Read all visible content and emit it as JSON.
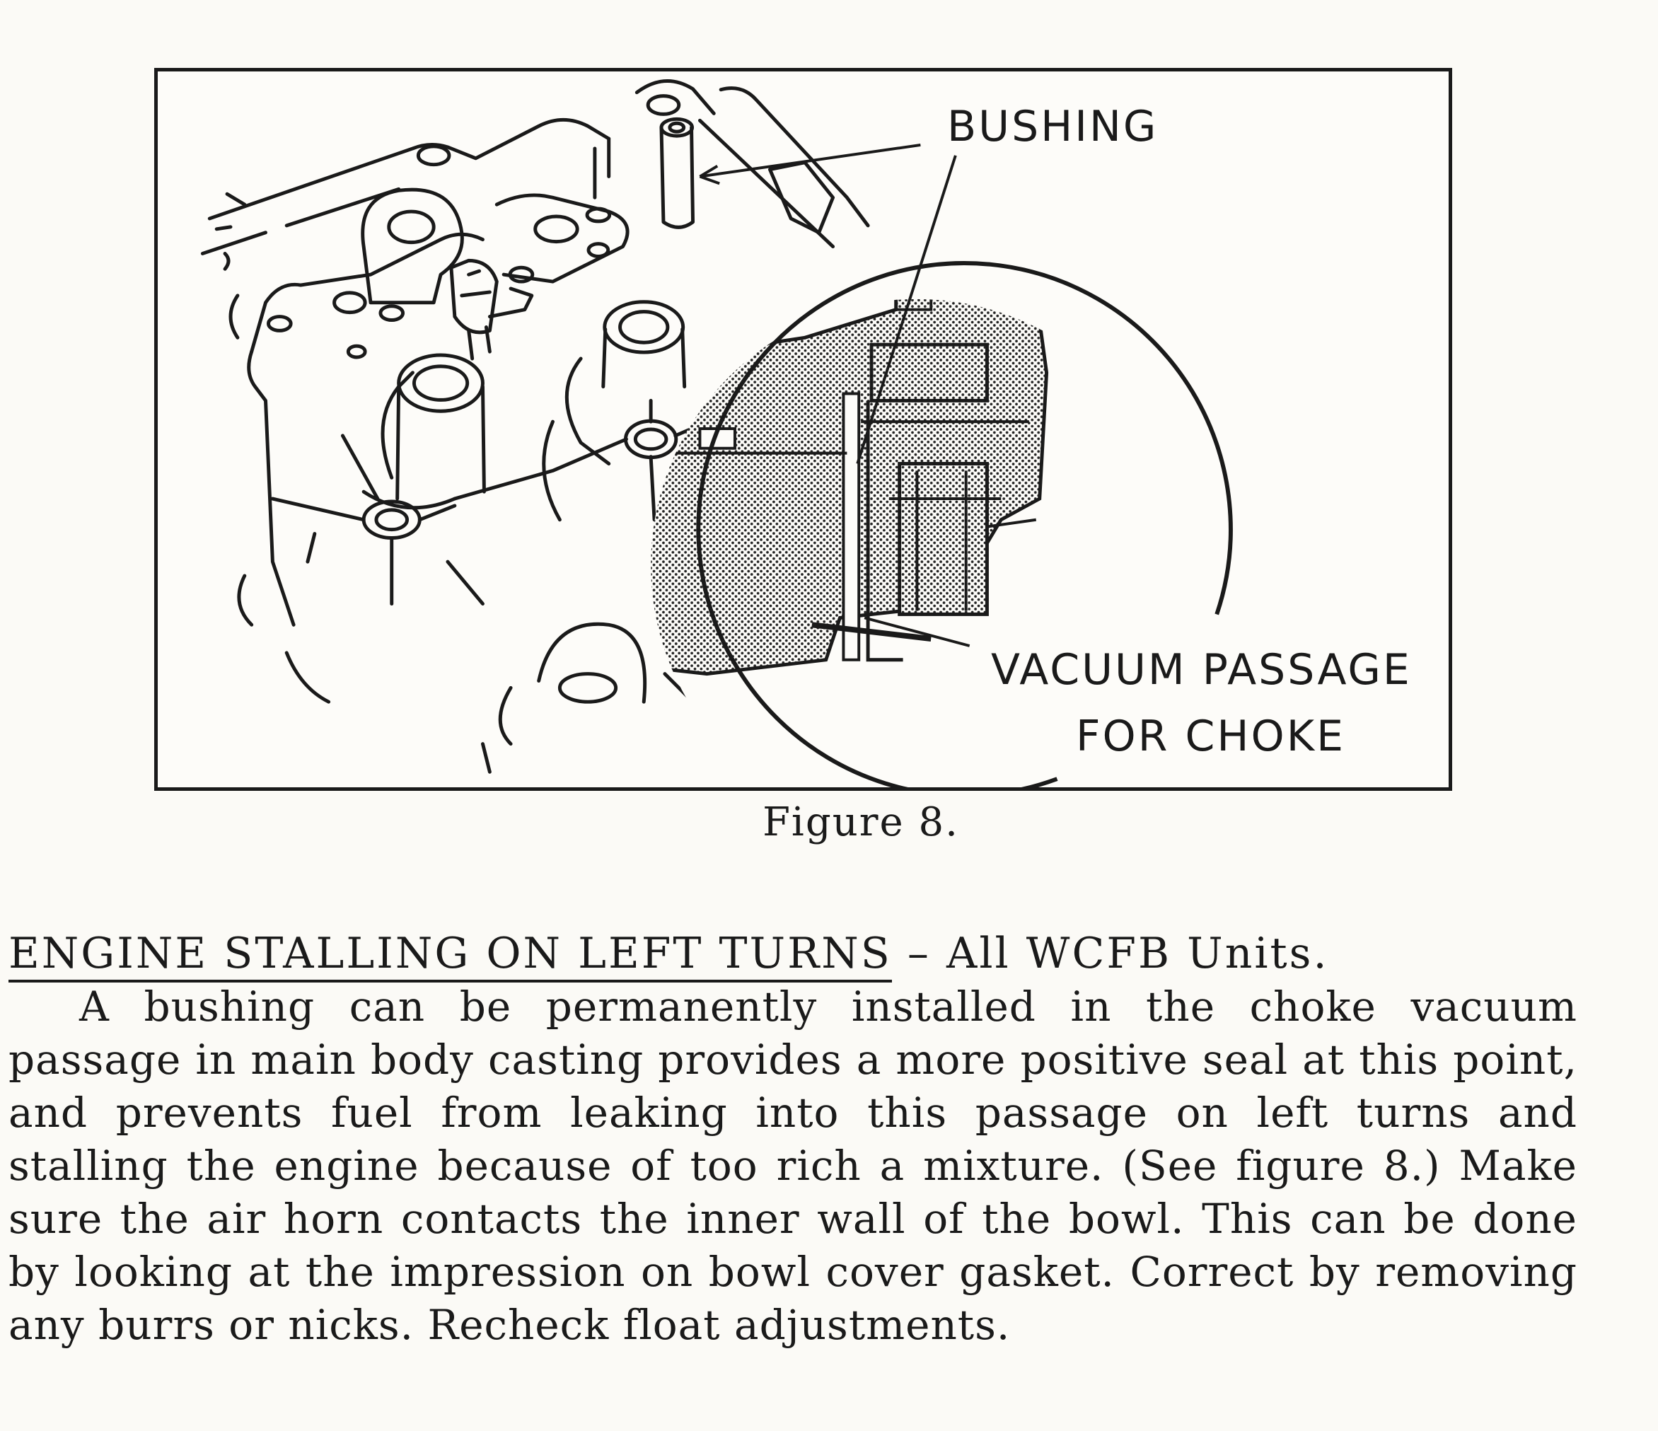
{
  "figure": {
    "labels": {
      "bushing": "BUSHING",
      "vacuum_passage_line1": "VACUUM PASSAGE",
      "vacuum_passage_line2": "FOR CHOKE"
    },
    "caption": "Figure 8."
  },
  "article": {
    "heading": "ENGINE STALLING ON LEFT TURNS",
    "heading_suffix": " – All WCFB Units.",
    "body": "A bushing can be permanently installed in the choke vacuum passage in main body casting provides a more positive seal at this point, and prevents fuel from leaking into this passage on left turns and stalling the engine because of too rich a mixture. (See figure 8.) Make sure the air horn contacts the inner wall of the bowl. This can be done by looking at the impression on bowl cover gasket. Correct by removing any burrs or nicks. Recheck float adjustments."
  }
}
